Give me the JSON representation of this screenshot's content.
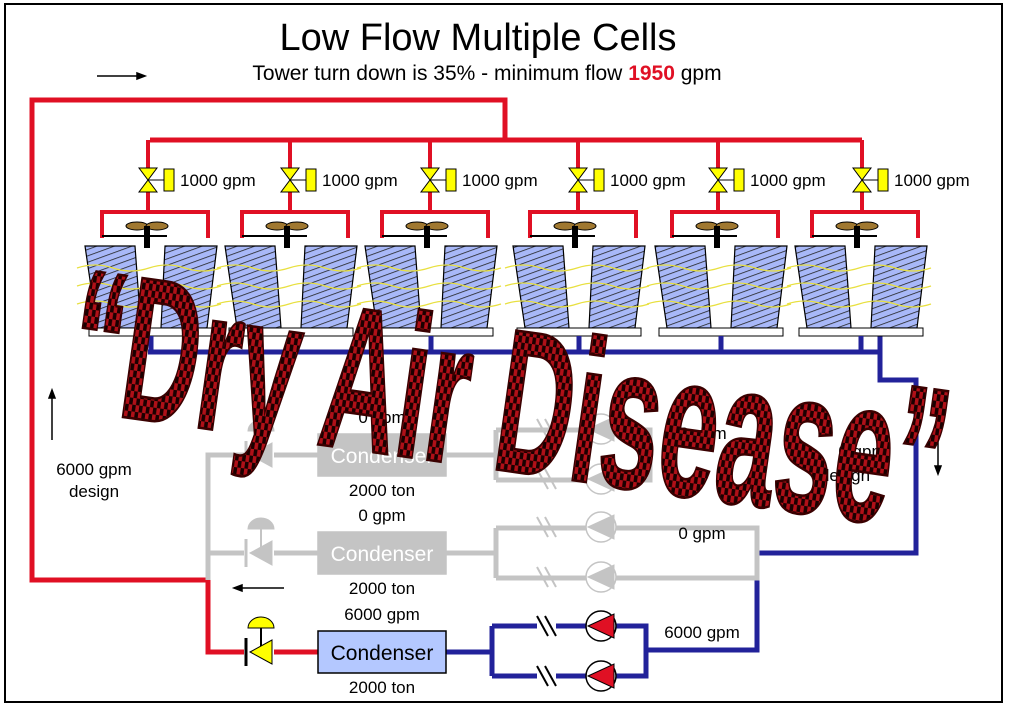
{
  "title": "Low Flow Multiple Cells",
  "subtitle": {
    "prefix": "Tower turn down is 35% - minimum flow ",
    "highlight": "1950",
    "suffix": " gpm"
  },
  "overlay_text": "“Dry Air Disease”",
  "cells": [
    {
      "flow": "1000 gpm"
    },
    {
      "flow": "1000 gpm"
    },
    {
      "flow": "1000 gpm"
    },
    {
      "flow": "1000 gpm"
    },
    {
      "flow": "1000 gpm"
    },
    {
      "flow": "1000 gpm"
    }
  ],
  "left_leg": {
    "flow": "6000 gpm",
    "note": "design"
  },
  "right_leg": {
    "flow": "0 gpm",
    "note": "design"
  },
  "chillers": [
    {
      "label": "Condenser",
      "flow_in": "0 gpm",
      "tonnage": "2000 ton",
      "pump_flow": "0 gpm",
      "active": false
    },
    {
      "label": "Condenser",
      "flow_in": "0 gpm",
      "tonnage": "2000 ton",
      "pump_flow": "0 gpm",
      "active": false
    },
    {
      "label": "Condenser",
      "flow_in": "6000 gpm",
      "tonnage": "2000 ton",
      "pump_flow": "6000 gpm",
      "active": true
    }
  ],
  "colors": {
    "supply": "#e01024",
    "return": "#22229a",
    "inactive": "#c4c4c4",
    "valve": "#ffff00",
    "condenser_active": "#b4c8ff",
    "tower_fill": "#a8b8f8",
    "overlay_red": "#b01018",
    "highlight": "#e01024"
  },
  "icons": [
    "arrow-right-icon",
    "arrow-up-icon",
    "arrow-down-icon",
    "arrow-left-icon",
    "valve-icon",
    "pump-icon",
    "fan-icon",
    "check-valve-icon"
  ]
}
